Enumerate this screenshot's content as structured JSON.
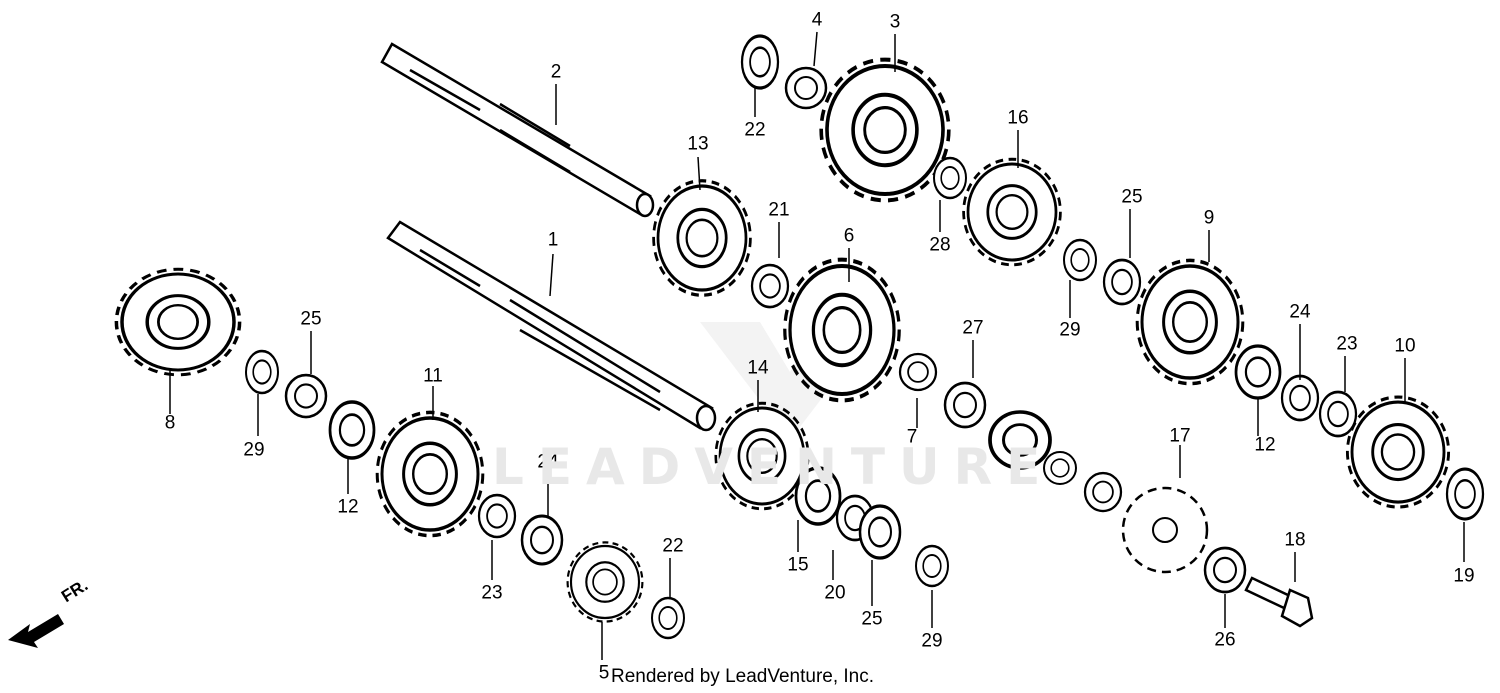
{
  "callouts": {
    "p1": "1",
    "p2": "2",
    "p3": "3",
    "p4": "4",
    "p5": "5",
    "p6": "6",
    "p7": "7",
    "p8": "8",
    "p9": "9",
    "p10": "10",
    "p11": "11",
    "p12a": "12",
    "p12b": "12",
    "p13": "13",
    "p14": "14",
    "p15": "15",
    "p16": "16",
    "p17": "17",
    "p18": "18",
    "p19": "19",
    "p20": "20",
    "p21": "21",
    "p22a": "22",
    "p22b": "22",
    "p23a": "23",
    "p23b": "23",
    "p24a": "24",
    "p24b": "24",
    "p25a": "25",
    "p25b": "25",
    "p25c": "25",
    "p26": "26",
    "p27": "27",
    "p28": "28",
    "p29a": "29",
    "p29b": "29",
    "p29c": "29"
  },
  "direction_label": "FR.",
  "credit": "Rendered by LeadVenture, Inc.",
  "watermark": "LEADVENTURE"
}
